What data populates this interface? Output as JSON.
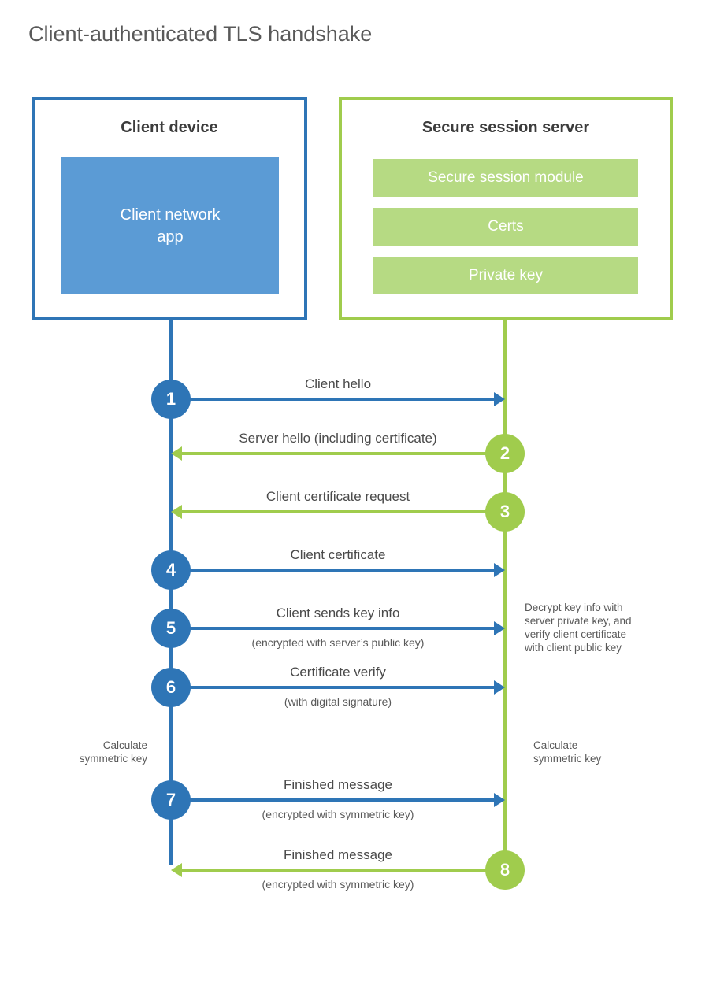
{
  "page": {
    "title": "Client-authenticated TLS handshake"
  },
  "colors": {
    "blue": "#2E75B6",
    "blue_fill": "#5B9BD5",
    "green": "#A0CC4D",
    "green_fill": "#B6DA83"
  },
  "client": {
    "title": "Client device",
    "app_label": "Client network\napp"
  },
  "server": {
    "title": "Secure session server",
    "modules": [
      "Secure session module",
      "Certs",
      "Private key"
    ]
  },
  "steps": [
    {
      "num": "1",
      "actor": "client",
      "dir": "right",
      "color": "blue",
      "label": "Client hello",
      "sub": ""
    },
    {
      "num": "2",
      "actor": "server",
      "dir": "left",
      "color": "green",
      "label": "Server hello (including certificate)",
      "sub": ""
    },
    {
      "num": "3",
      "actor": "server",
      "dir": "left",
      "color": "green",
      "label": "Client certificate request",
      "sub": ""
    },
    {
      "num": "4",
      "actor": "client",
      "dir": "right",
      "color": "blue",
      "label": "Client certificate",
      "sub": ""
    },
    {
      "num": "5",
      "actor": "client",
      "dir": "right",
      "color": "blue",
      "label": "Client sends key info",
      "sub": "(encrypted with server’s public key)"
    },
    {
      "num": "6",
      "actor": "client",
      "dir": "right",
      "color": "blue",
      "label": "Certificate verify",
      "sub": "(with digital signature)"
    },
    {
      "num": "7",
      "actor": "client",
      "dir": "right",
      "color": "blue",
      "label": "Finished message",
      "sub": "(encrypted with symmetric key)"
    },
    {
      "num": "8",
      "actor": "server",
      "dir": "left",
      "color": "green",
      "label": "Finished message",
      "sub": "(encrypted with symmetric key)"
    }
  ],
  "notes": {
    "decrypt": "Decrypt key info with\nserver private key, and\nverify client certificate\nwith client public key",
    "calc_left": "Calculate\nsymmetric key",
    "calc_right": "Calculate\nsymmetric key"
  }
}
